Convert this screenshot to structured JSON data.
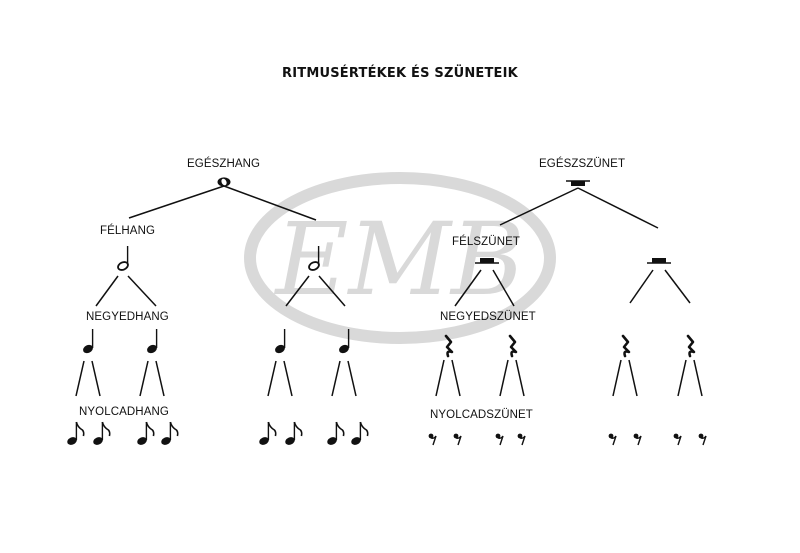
{
  "title": "RITMUSÉRTÉKEK ÉS SZÜNETEIK",
  "watermark": {
    "text": "EMB",
    "color": "#d9d9d9"
  },
  "notes_tree": {
    "whole_label": "EGÉSZHANG",
    "half_label": "FÉLHANG",
    "quarter_label": "NEGYEDHANG",
    "eighth_label": "NYOLCADHANG"
  },
  "rests_tree": {
    "whole_label": "EGÉSZSZÜNET",
    "half_label": "FÉLSZÜNET",
    "quarter_label": "NEGYEDSZÜNET",
    "eighth_label": "NYOLCADSZÜNET"
  },
  "icons": [
    "whole-note-icon",
    "half-note-icon",
    "quarter-note-icon",
    "eighth-note-icon",
    "whole-rest-icon",
    "half-rest-icon",
    "quarter-rest-icon",
    "eighth-rest-icon"
  ],
  "colors": {
    "ink": "#111111",
    "watermark": "#d9d9d9"
  }
}
